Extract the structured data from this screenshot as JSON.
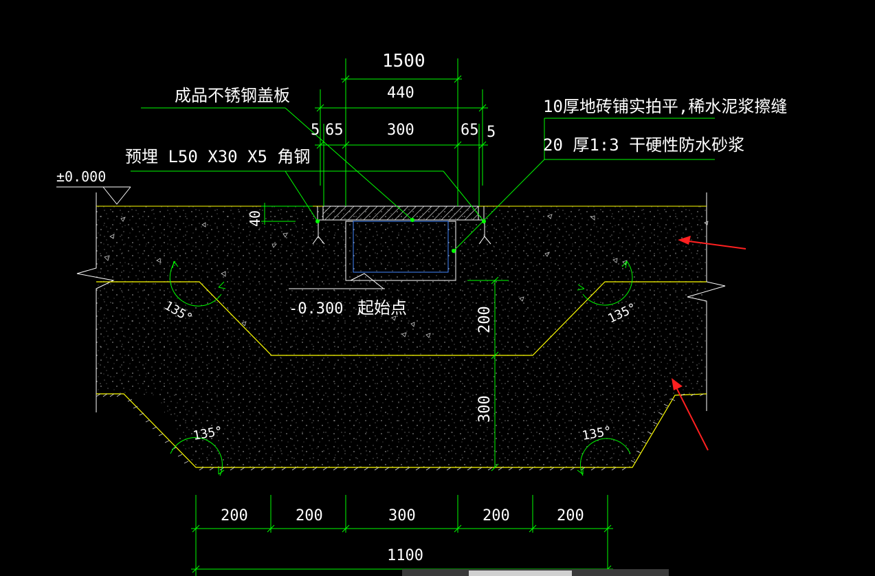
{
  "labels": {
    "cover_plate": "成品不锈钢盖板",
    "angle_steel": "预埋 L50 X30 X5 角钢",
    "tile_note": "10厚地砖铺实拍平,稀水泥浆擦缝",
    "mortar_note": "20 厚1:3 干硬性防水砂浆",
    "elev_zero": "±0.000",
    "elev_bottom": "-0.300",
    "start_point": "起始点"
  },
  "dims": {
    "top_total": "1500",
    "top_440": "440",
    "top_300": "300",
    "top_65_left": "65",
    "top_65_right": "65",
    "top_5_left": "5",
    "top_5_right": "5",
    "thick_40": "40",
    "vert_200": "200",
    "vert_300": "300",
    "bottom_200_a": "200",
    "bottom_200_b": "200",
    "bottom_300": "300",
    "bottom_200_c": "200",
    "bottom_200_d": "200",
    "bottom_total": "1100"
  },
  "angles": {
    "upper_left": "135°",
    "upper_right": "135°",
    "lower_left": "135°",
    "lower_right": "135°"
  },
  "colors": {
    "background": "#000000",
    "dimension_lines": "#00ff00",
    "slab_lines": "#ffff00",
    "text": "#ffffff",
    "annotation_arrows": "#ff2020"
  }
}
